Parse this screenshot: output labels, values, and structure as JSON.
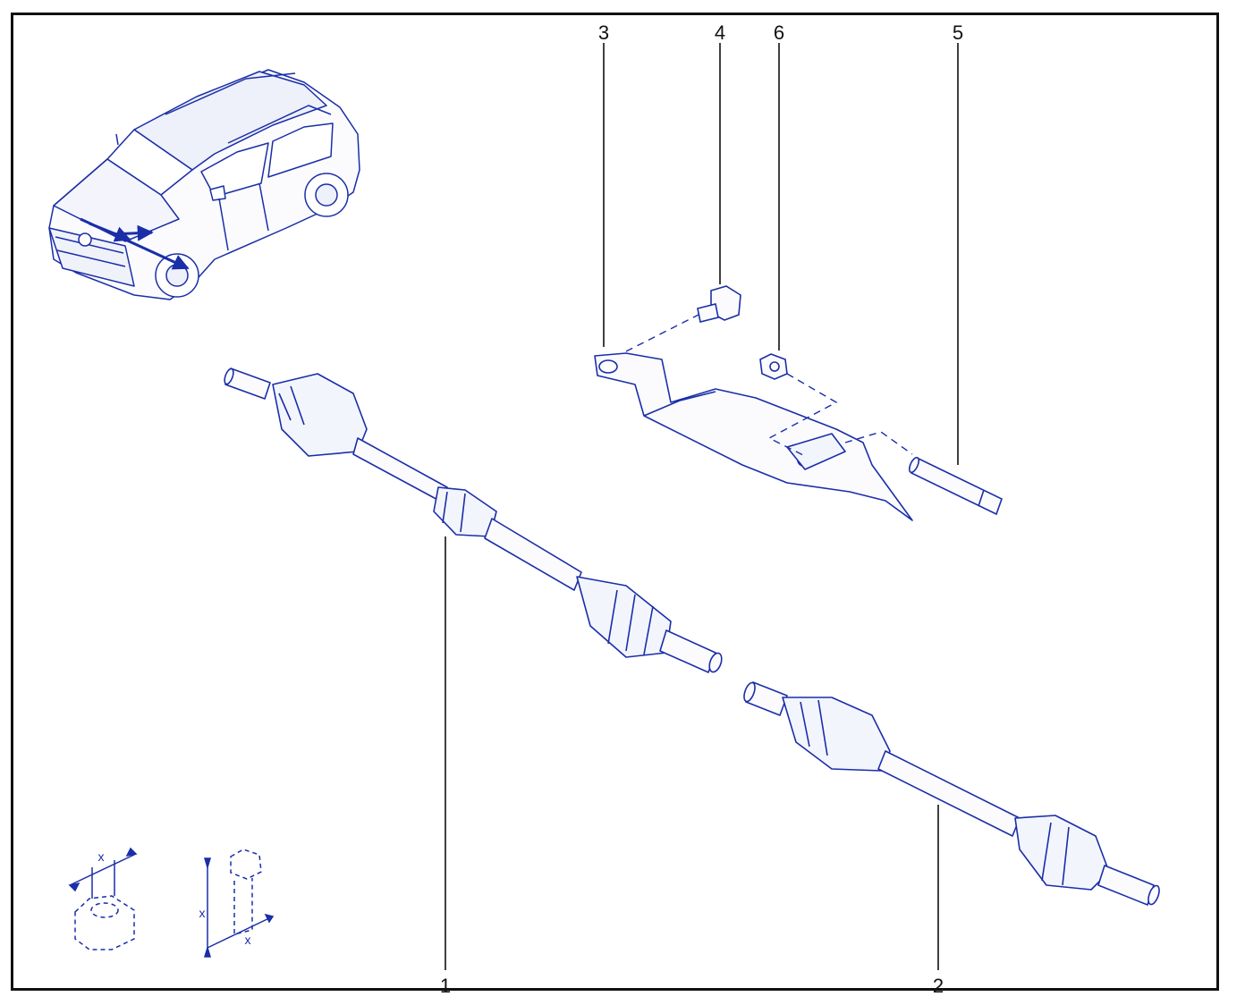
{
  "callouts": {
    "c1": "1",
    "c2": "2",
    "c3": "3",
    "c4": "4",
    "c5": "5",
    "c6": "6"
  },
  "legend": {
    "nut_dim": "x",
    "bolt_dim_a": "x",
    "bolt_dim_b": "x"
  },
  "colors": {
    "line": "#1a2ea8",
    "fill": "#f2f4fb",
    "leader": "#111111"
  },
  "icons": [
    "car-location-icon",
    "nut-torque-icon",
    "bolt-torque-icon"
  ]
}
